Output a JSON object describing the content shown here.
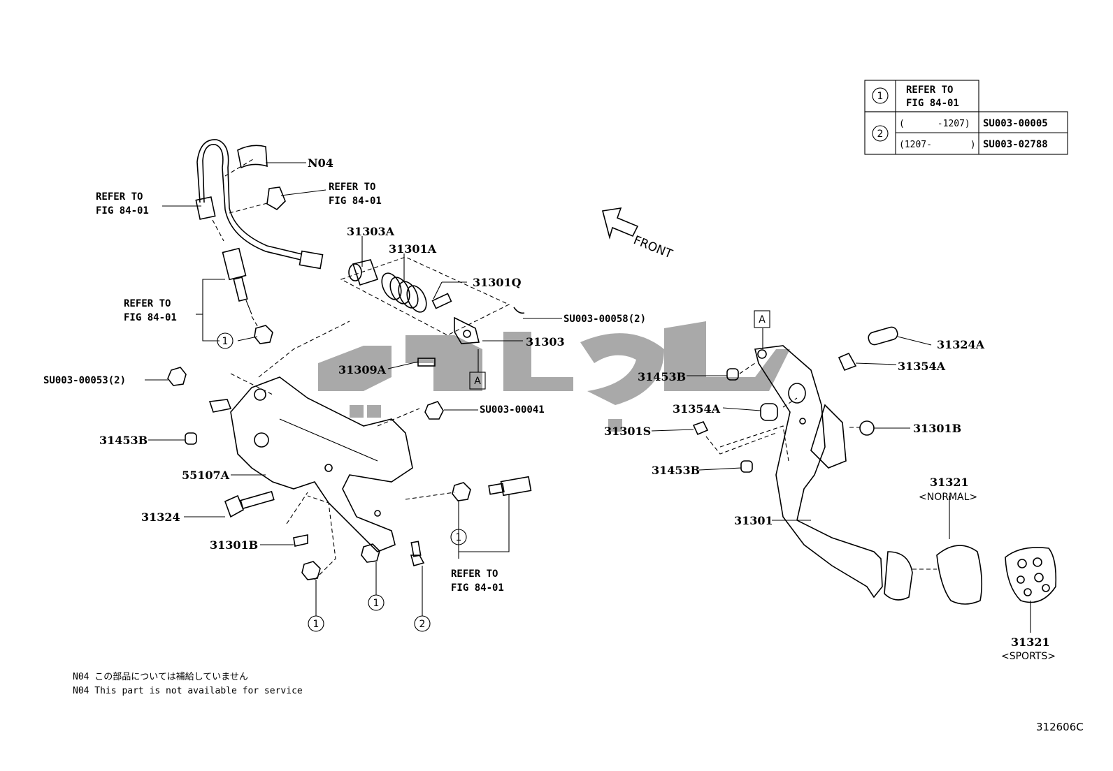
{
  "diagram_code": "312606C",
  "front_label": "FRONT",
  "refer_table": {
    "row1": {
      "marker": "1",
      "text_line1": "REFER TO",
      "text_line2": "FIG 84-01"
    },
    "row2": {
      "marker": "2",
      "sub": [
        {
          "range": "(      -1207)",
          "part": "SU003-00005"
        },
        {
          "range": "(1207-       )",
          "part": "SU003-02788"
        }
      ]
    }
  },
  "labels": {
    "n04": "N04",
    "refer1_l1": "REFER TO",
    "refer1_l2": "FIG 84-01",
    "refer2_l1": "REFER TO",
    "refer2_l2": "FIG 84-01",
    "refer3_l1": "REFER TO",
    "refer3_l2": "FIG 84-01",
    "refer4_l1": "REFER TO",
    "refer4_l2": "FIG 84-01",
    "p31303A": "31303A",
    "p31301A": "31301A",
    "p31301Q": "31301Q",
    "pSU58": "SU003-00058(2)",
    "p31303": "31303",
    "p31309A": "31309A",
    "pSU53": "SU003-00053(2)",
    "pSU41": "SU003-00041",
    "p31453B_a": "31453B",
    "p55107A": "55107A",
    "p31324": "31324",
    "p31301B_a": "31301B",
    "p31324A": "31324A",
    "p31354A_a": "31354A",
    "p31453B_b": "31453B",
    "p31354A_b": "31354A",
    "p31301S": "31301S",
    "p31301B_b": "31301B",
    "p31453B_c": "31453B",
    "p31301": "31301",
    "p31321_n": "31321",
    "normal": "<NORMAL>",
    "p31321_s": "31321",
    "sports": "<SPORTS>",
    "boxA": "A",
    "c1": "1",
    "c2": "2"
  },
  "notes": [
    "N04 この部品については補給していません",
    "N04 This part is not available for service"
  ]
}
